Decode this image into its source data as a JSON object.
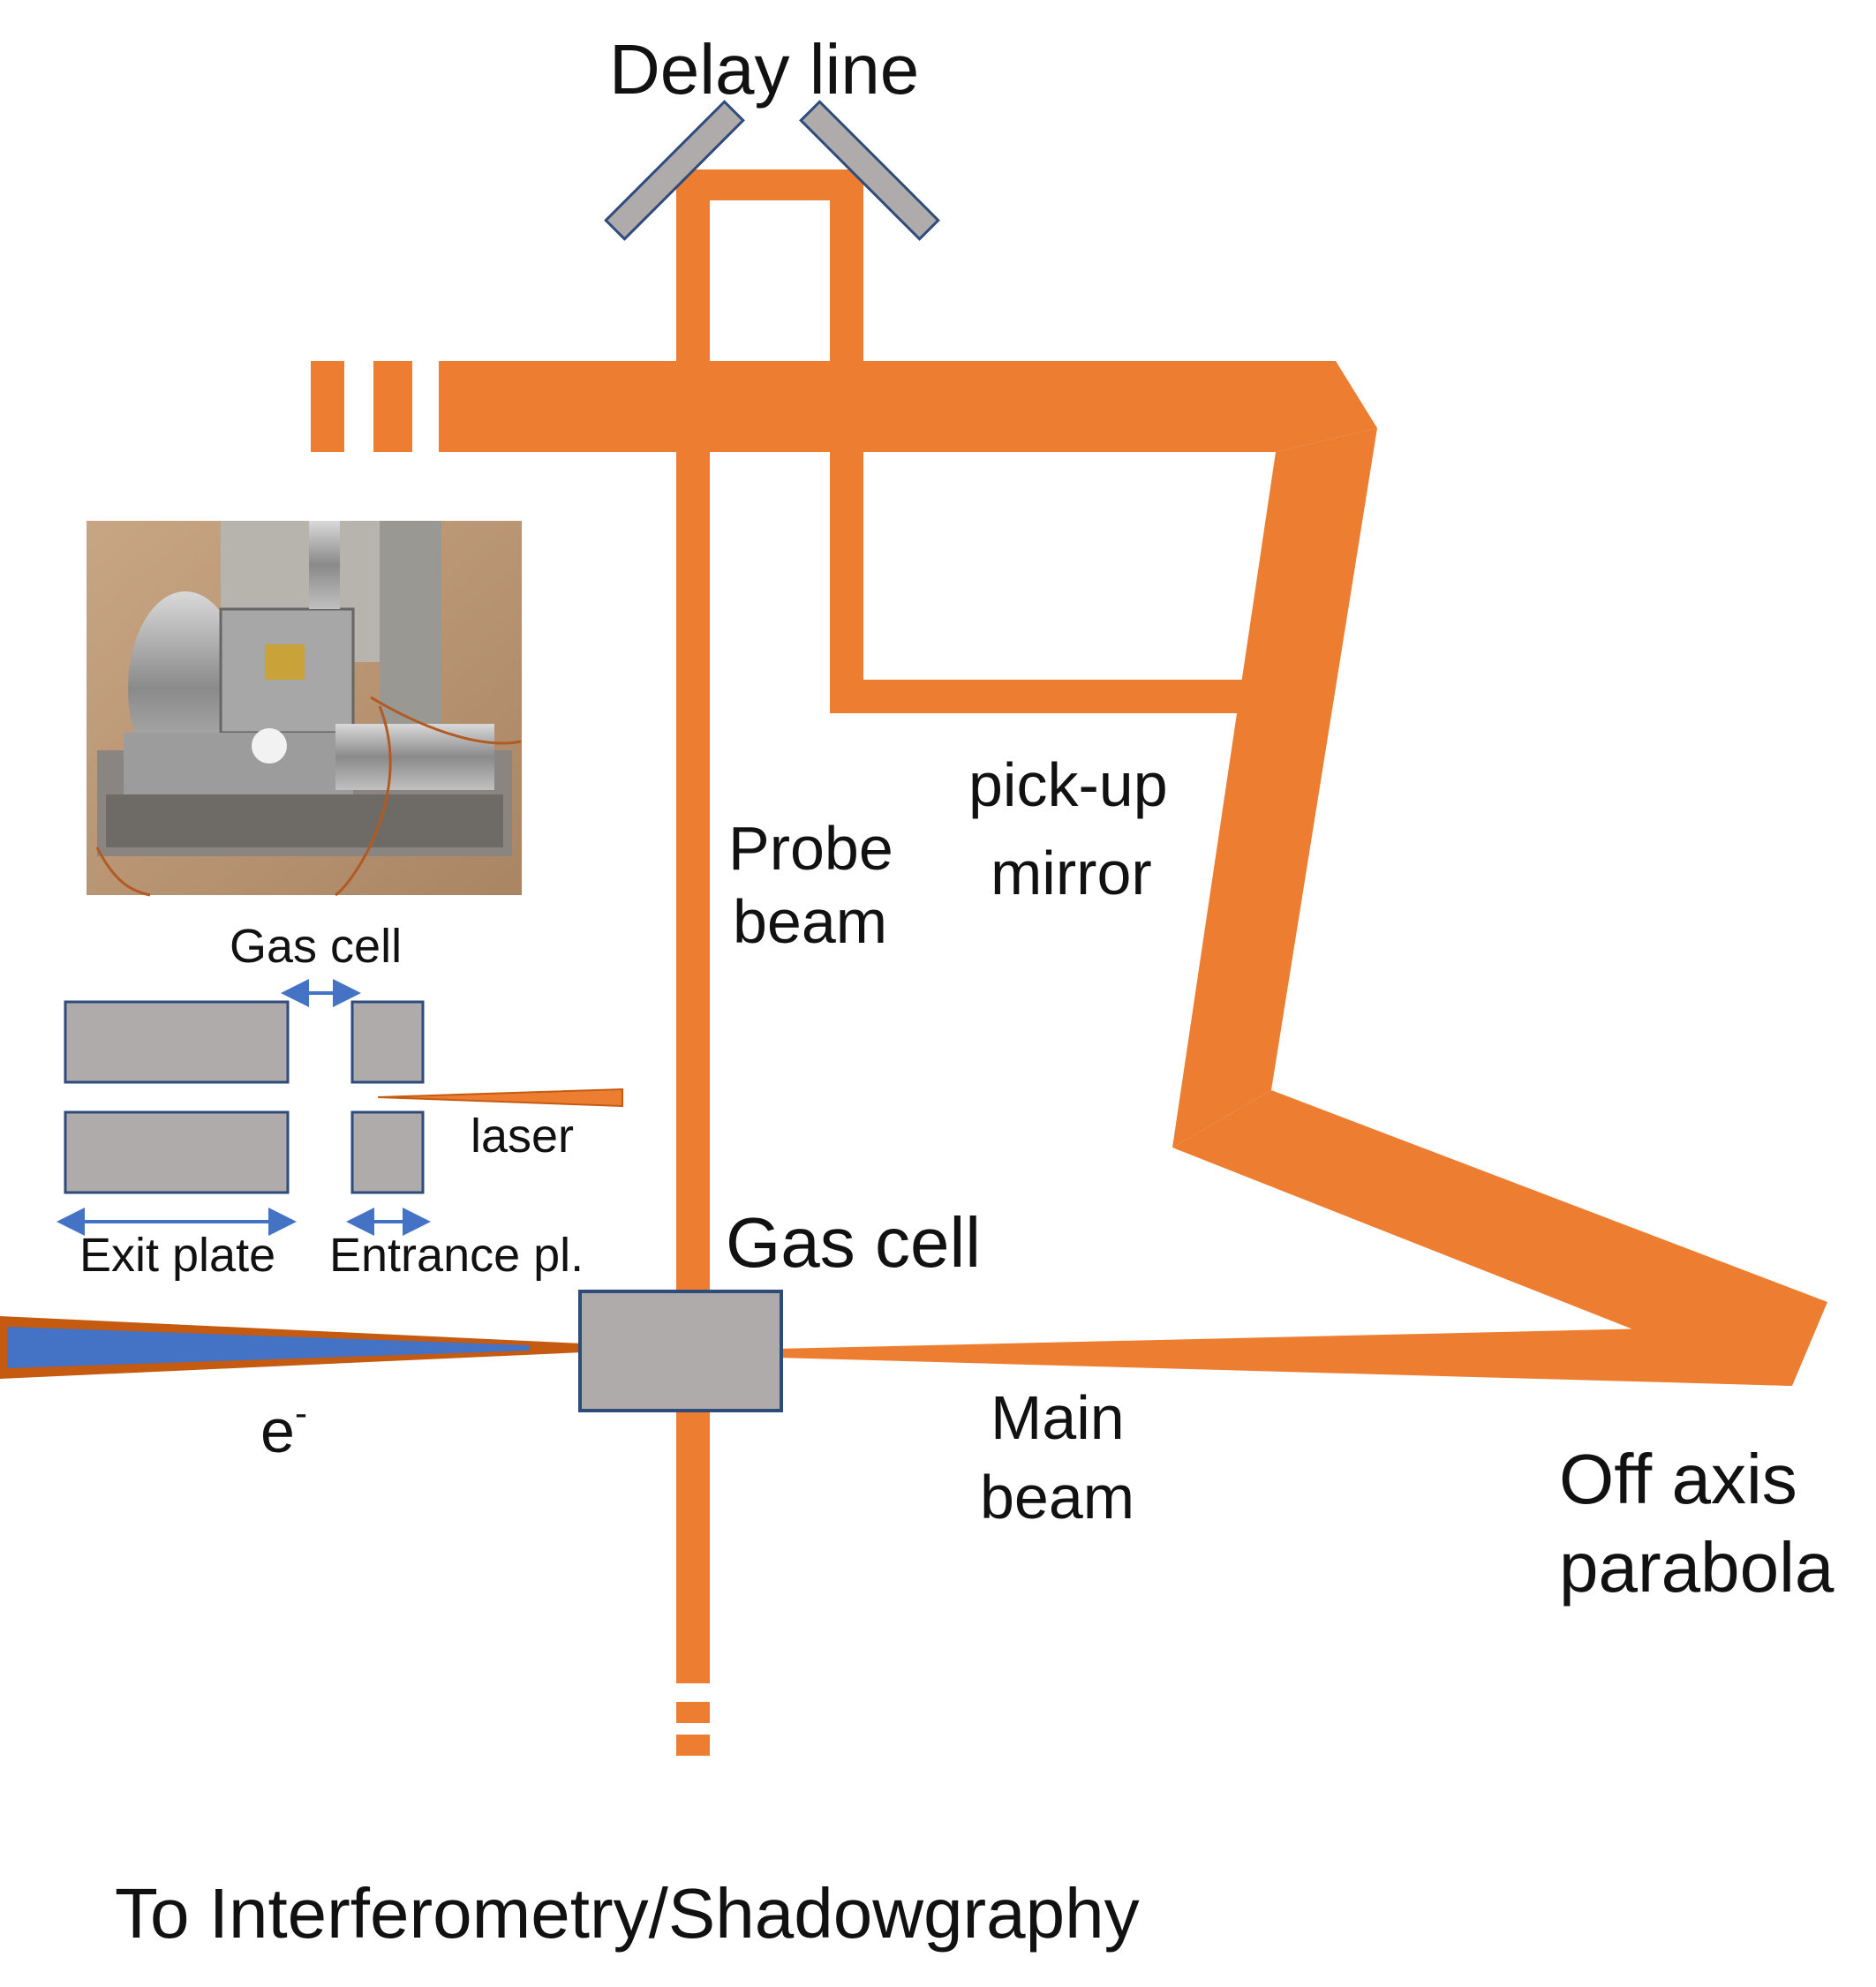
{
  "labels": {
    "delay_line": "Delay line",
    "probe_beam_1": "Probe",
    "probe_beam_2": "beam",
    "pickup_mirror_1": "pick-up",
    "pickup_mirror_2": "mirror",
    "gas_cell_main": "Gas cell",
    "main_beam_1": "Main",
    "main_beam_2": "beam",
    "off_axis_1": "Off axis",
    "off_axis_2": "parabola",
    "electron": "e",
    "electron_sup": "-",
    "bottom_caption": "To Interferometry/Shadowgraphy"
  },
  "inset": {
    "gas_cell": "Gas cell",
    "laser": "laser",
    "exit_plate": "Exit plate",
    "entrance_plate": "Entrance pl."
  },
  "colors": {
    "beam": "#ED7D31",
    "electron": "#4472C4",
    "component_fill": "#AFABAB",
    "component_stroke": "#2F4B7C",
    "arrow": "#4472C4"
  },
  "photo": {
    "icon": "gas-cell-photo"
  }
}
